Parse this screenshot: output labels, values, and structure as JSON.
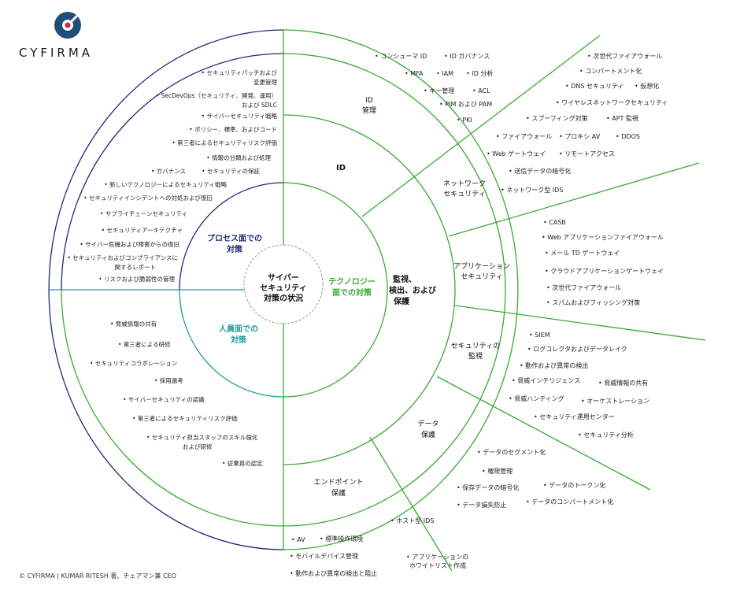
{
  "brand": {
    "name": "CYFIRMA"
  },
  "footer": "© CYFIRMA | KUMAR RITESH 著、チェアマン兼 CEO",
  "center": {
    "l1": "サイバー",
    "l2": "セキュリティ",
    "l3": "対策の状況"
  },
  "quadrants": {
    "process": {
      "l1": "プロセス面での",
      "l2": "対策"
    },
    "people": {
      "l1": "人員面での",
      "l2": "対策"
    },
    "technology": {
      "l1": "テクノロジー",
      "l2": "面での対策"
    }
  },
  "tech_segments": {
    "id": "ID",
    "id_mgmt": {
      "l1": "ID",
      "l2": "管理"
    },
    "network": {
      "l1": "ネットワーク",
      "l2": "セキュリティ"
    },
    "app": {
      "l1": "アプリケーション",
      "l2": "セキュリティ"
    },
    "monitor_core": {
      "l1": "監視、",
      "l2": "検出、および",
      "l3": "保護"
    },
    "sec_monitor": {
      "l1": "セキュリティの",
      "l2": "監視"
    },
    "data": {
      "l1": "データ",
      "l2": "保護"
    },
    "endpoint": {
      "l1": "エンドポイント",
      "l2": "保護"
    }
  },
  "process_items": [
    "• セキュリティパッチおよび",
    "変更管理",
    "• SecDevOps（セキュリティ、開発、運用）",
    "および SDLC",
    "• サイバーセキュリティ戦略",
    "• ポリシー、標準、およびコード",
    "• 第三者によるセキュリティリスク評価",
    "• 情報の分類および処理",
    "• ガバナンス",
    "• セキュリティの保証",
    "• 新しいテクノロジーによるセキュリティ戦略",
    "• セキュリティインシデントへの対処および復旧",
    "• サプライチェーンセキュリティ",
    "• セキュリティアーキテクチャ",
    "• サイバー危機および障害からの復旧",
    "• セキュリティおよびコンプライアンスに",
    "関するレポート",
    "• リスクおよび脆弱性の管理"
  ],
  "people_items": [
    "• 脅威情報の共有",
    "• 第三者による研修",
    "• セキュリティコラボレーション",
    "• 採用選考",
    "• サイバーセキュリティの認識",
    "• 第三者によるセキュリティリスク評価",
    "• セキュリティ担当スタッフのスキル強化",
    "および研修",
    "• 従業員の認定"
  ],
  "id_items": [
    "• コンシューマ ID",
    "• ID ガバナンス",
    "• MFA",
    "• IAM",
    "• ID 分析",
    "• キー管理",
    "• ACL",
    "• PIM および PAM",
    "• PKI"
  ],
  "network_items": [
    "• 次世代ファイアウォール",
    "• コンパートメント化",
    "• DNS セキュリティ",
    "• 仮想化",
    "• ワイヤレスネットワークセキュリティ",
    "• スプーフィング対策",
    "• APT 監視",
    "• ファイアウォール",
    "• プロキシ AV",
    "• DDOS",
    "• Web ゲートウェイ",
    "• リモートアクセス",
    "• 送信データの暗号化",
    "• ネットワーク型 IDS"
  ],
  "app_items": [
    "• CASB",
    "• Web アプリケーションファイアウォール",
    "• メール TD ゲートウェイ",
    "• クラウドアプリケーションゲートウェイ",
    "• 次世代ファイアウォール",
    "• スパムおよびフィッシング対策"
  ],
  "monitor_items": [
    "• SIEM",
    "• ログコレクタおよびデータレイク",
    "• 動作および異常の検出",
    "• 脅威インテリジェンス",
    "• 脅威情報の共有",
    "• 脅威ハンティング",
    "• オーケストレーション",
    "• セキュリティ運用センター",
    "• セキュリティ分析"
  ],
  "data_items": [
    "• データのセグメント化",
    "• 権限管理",
    "• 保存データの暗号化",
    "• データのトークン化",
    "• データ損失防止",
    "• データのコンパートメント化"
  ],
  "endpoint_items": [
    "• ホスト型 IDS",
    "• AV",
    "• 標準操作環境",
    "• モバイルデバイス管理",
    "• アプリケーションの",
    "ホワイトリスト作成",
    "• 動作および異常の検出と阻止"
  ]
}
